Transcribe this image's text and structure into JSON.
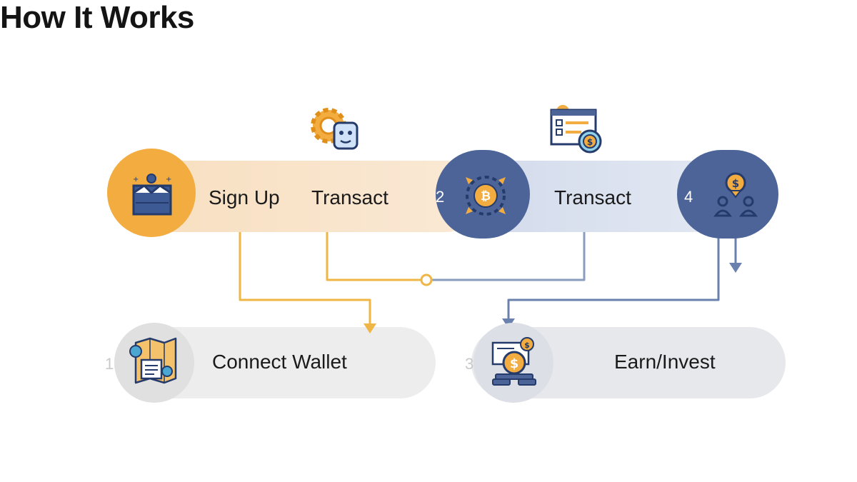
{
  "title": "How It Works",
  "steps": {
    "sign_up": {
      "label": "Sign Up"
    },
    "transact_a": {
      "label": "Transact"
    },
    "transact_b": {
      "label": "Transact"
    },
    "connect_wallet": {
      "number": "1",
      "label": "Connect Wallet"
    },
    "earn_invest": {
      "number": "3",
      "label": "Earn/Invest"
    }
  },
  "nodes": {
    "bitcoin_gear": {
      "number": "2"
    },
    "people_dollar": {
      "number": "4"
    }
  },
  "icons": {
    "sign_up": "signup-landscape-icon",
    "float_gear": "gear-face-icon",
    "float_form": "checklist-dollar-icon",
    "bitcoin_gear": "bitcoin-gear-icon",
    "people_dollar": "people-dollar-icon",
    "wallet_map": "wallet-map-icon",
    "coin_stack": "coin-stack-icon"
  },
  "colors": {
    "orange": "#f2ac3f",
    "peach": "#f8e2c6",
    "navy": "#4a6397",
    "slate_band": "#dde3ef",
    "gray_pill": "#ededed",
    "gray_pill_right": "#e5e7eb",
    "connector_orange": "#efb545",
    "connector_blue": "#7f93b8"
  }
}
